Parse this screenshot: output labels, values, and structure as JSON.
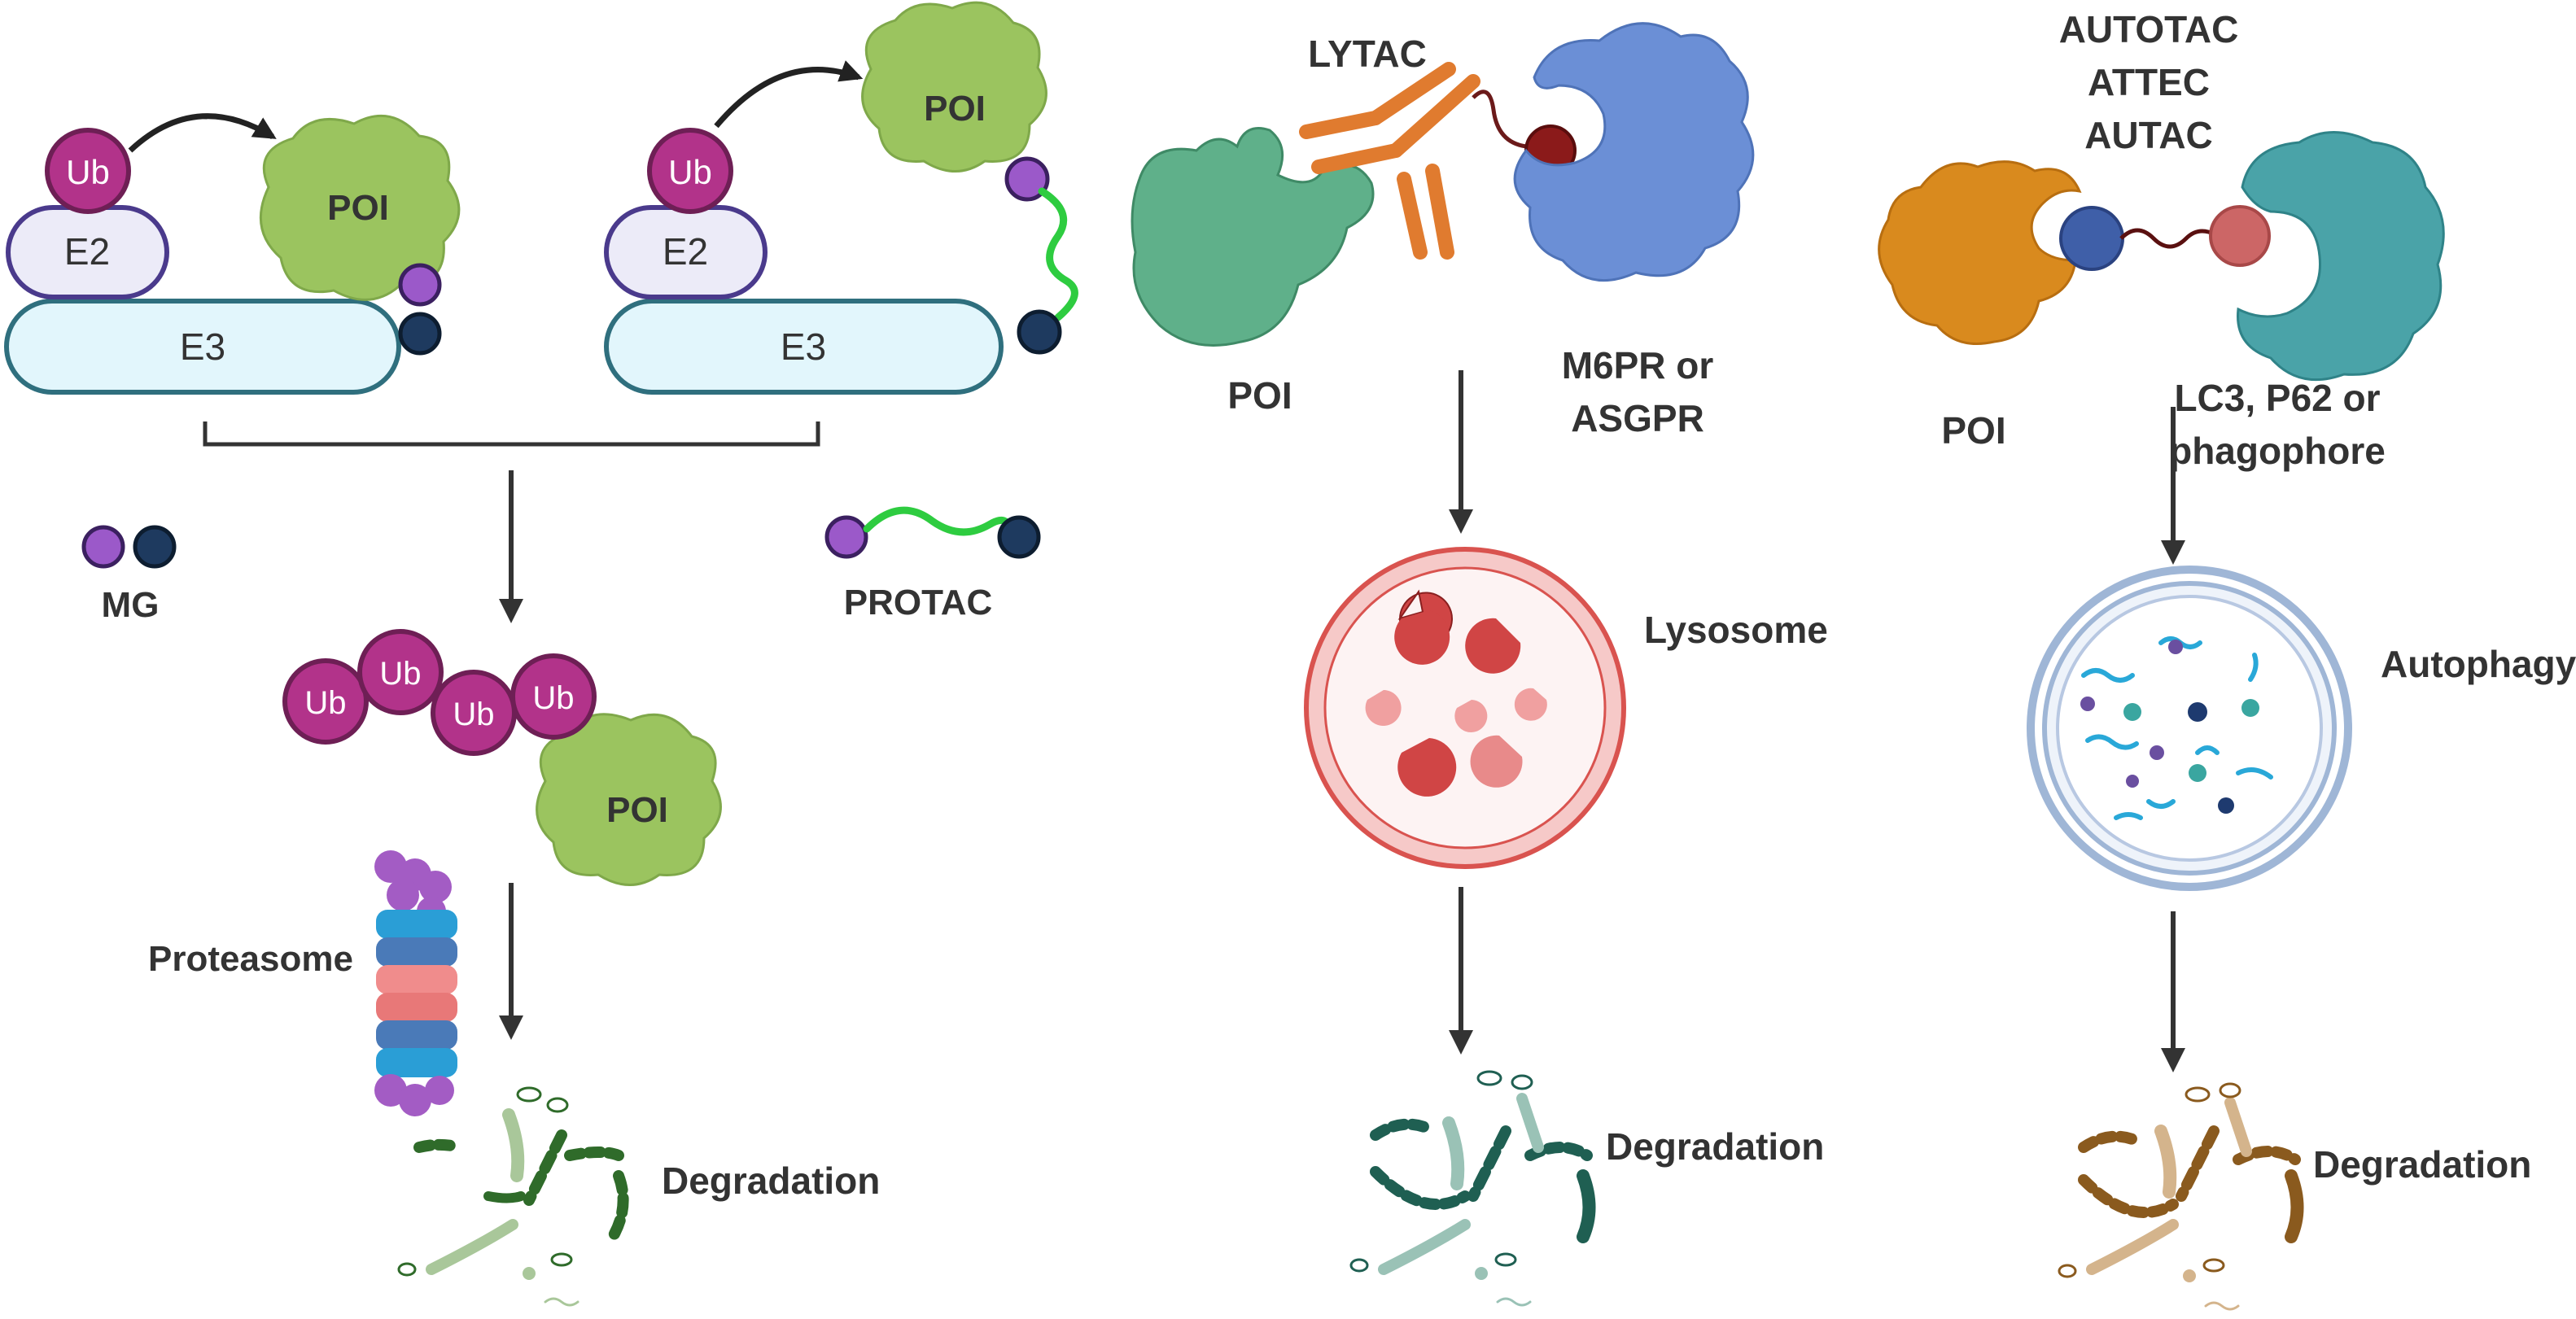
{
  "colors": {
    "text": "#333333",
    "arrow": "#333333",
    "ub": "#b2338a",
    "ub_stroke": "#6e1f55",
    "e2_fill": "#ecebf8",
    "e2_stroke": "#4a3a8c",
    "e3_fill": "#e2f6fc",
    "e3_stroke": "#2f6f7e",
    "poi_green": "#9bc45f",
    "linker_green": "#2ecc40",
    "ligand_purple": "#9b59c9",
    "ligand_navy": "#1e3a5f",
    "lytac_orange": "#e07b2f",
    "lysosome_red": "#d9534f",
    "receptor_blue": "#6b8fd6",
    "poi_teal": "#5fb08a",
    "autophagy_orange": "#d98a1e",
    "autophagy_teal": "#4aa3a8",
    "autophagy_ring": "#9fb6d6"
  },
  "icons": [
    "ubiquitin-icon",
    "poi-protein-icon",
    "proteasome-icon",
    "lysosome-icon",
    "autophagosome-icon",
    "antibody-icon",
    "receptor-icon",
    "degradation-fragments-icon"
  ],
  "panel_ups": {
    "ub_label": "Ub",
    "e2_label": "E2",
    "e3_label": "E3",
    "poi_label": "POI",
    "mg_label": "MG",
    "protac_label": "PROTAC",
    "proteasome_label": "Proteasome",
    "degradation_label": "Degradation"
  },
  "panel_lytac": {
    "lytac_label": "LYTAC",
    "poi_label": "POI",
    "receptor_label_line1": "M6PR or",
    "receptor_label_line2": "ASGPR",
    "lysosome_label": "Lysosome",
    "degradation_label": "Degradation"
  },
  "panel_autophagy": {
    "title_line1": "AUTOTAC",
    "title_line2": "ATTEC",
    "title_line3": "AUTAC",
    "poi_label": "POI",
    "target_label_line1": "LC3, P62 or",
    "target_label_line2": "phagophore",
    "autophagy_label": "Autophagy",
    "degradation_label": "Degradation"
  }
}
